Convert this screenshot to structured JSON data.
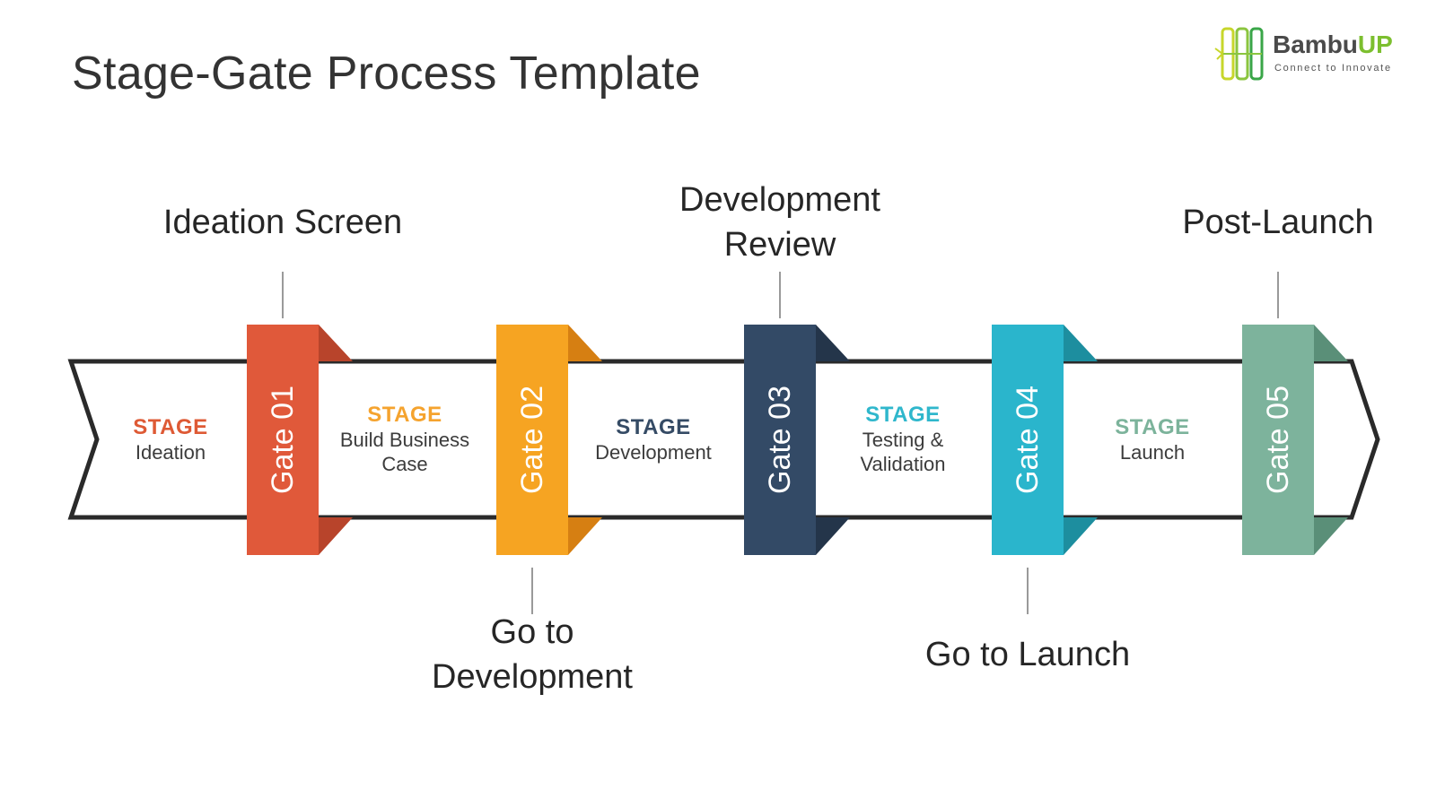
{
  "title": "Stage-Gate Process Template",
  "logo": {
    "name_part1": "Bambu",
    "name_part2": "UP",
    "tagline": "Connect to Innovate"
  },
  "stages": [
    {
      "word": "STAGE",
      "name": "Ideation",
      "color": "#de5a35"
    },
    {
      "word": "STAGE",
      "name": "Build Business Case",
      "color": "#f5a32e"
    },
    {
      "word": "STAGE",
      "name": "Development",
      "color": "#354b65"
    },
    {
      "word": "STAGE",
      "name": "Testing & Validation",
      "color": "#2fb7cc"
    },
    {
      "word": "STAGE",
      "name": "Launch",
      "color": "#7cb39b"
    }
  ],
  "gates": [
    {
      "label": "Gate 01",
      "name": "Ideation Screen",
      "color": "#e0593a",
      "shade": "#b8442b"
    },
    {
      "label": "Gate 02",
      "name": "Go to Development",
      "color": "#f6a422",
      "shade": "#d67f12"
    },
    {
      "label": "Gate 03",
      "name": "Development Review",
      "color": "#334a66",
      "shade": "#24354a"
    },
    {
      "label": "Gate 04",
      "name": "Go to Launch",
      "color": "#2ab5cc",
      "shade": "#1d8e9f"
    },
    {
      "label": "Gate 05",
      "name": "Post-Launch",
      "color": "#7db39c",
      "shade": "#5a8f78"
    }
  ]
}
